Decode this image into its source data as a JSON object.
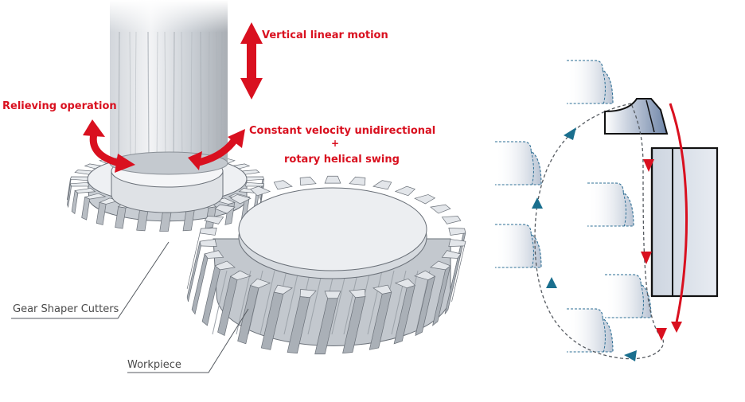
{
  "labels": {
    "vertical_motion": "Vertical linear motion",
    "relieving": "Relieving operation",
    "constant_velocity": "Constant velocity unidirectional",
    "plus": "+",
    "rotary_swing": "rotary helical swing",
    "cutters": "Gear Shaper Cutters",
    "workpiece": "Workpiece"
  },
  "colors": {
    "accent_red": "#d9101f",
    "motion_blue": "#1a6f8e",
    "gear_light": "#e7eaee",
    "gear_shadow": "#b9bec4",
    "outline": "#555a60"
  }
}
